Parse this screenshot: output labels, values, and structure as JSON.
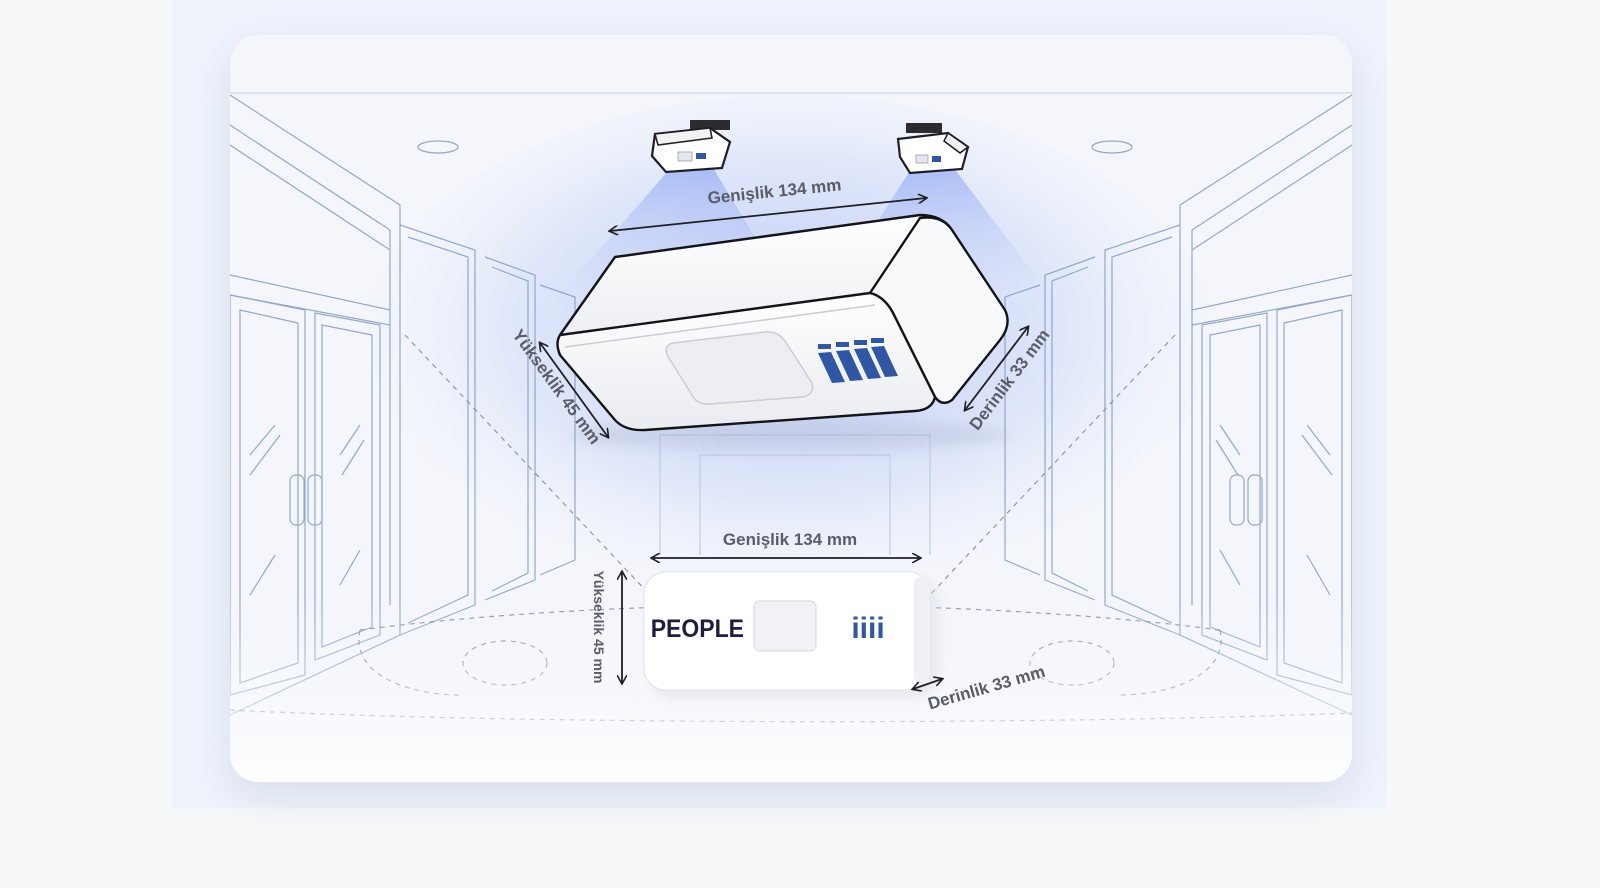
{
  "scene": {
    "name": "retail-entrance-people-counter-installation",
    "colors": {
      "accent": "#2f57a5",
      "beam": "#8fa9f5",
      "line": "#6f8db5",
      "label": "#5a5d66",
      "background": "#eef3fc"
    }
  },
  "top_device": {
    "width_label": "Genişlik 134 mm",
    "height_label": "Yükseklik 45 mm",
    "depth_label": "Derinlik 33 mm",
    "logo_icon": "iiii-logo-icon"
  },
  "bottom_device": {
    "brand_text": "PEOPLE",
    "logo_text": "iiii",
    "width_label": "Genişlik 134 mm",
    "height_label": "Yükseklik 45 mm",
    "depth_label": "Derinlik 33 mm"
  },
  "ceiling_sensors": {
    "left_icon": "ceiling-sensor-icon",
    "right_icon": "ceiling-sensor-icon"
  }
}
